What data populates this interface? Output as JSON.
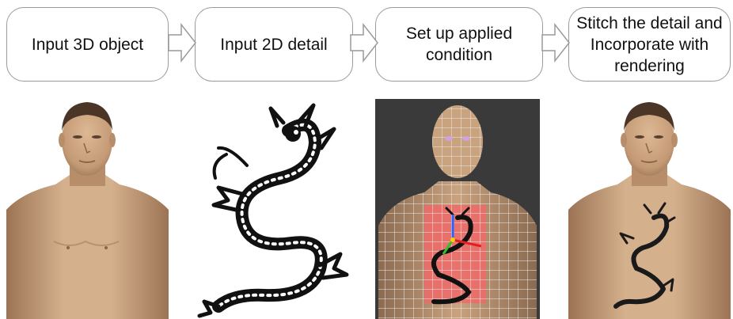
{
  "pipeline": {
    "steps": [
      {
        "label": "Input 3D object"
      },
      {
        "label": "Input 2D detail"
      },
      {
        "label": "Set up applied condition"
      },
      {
        "label": "Stitch the detail and Incorporate with rendering"
      }
    ]
  },
  "colors": {
    "box_border": "#9a9a9a",
    "arrow_border": "#9a9a9a",
    "skin": "#c9a27e",
    "skin_shadow": "#8a6548",
    "hair": "#4a3526",
    "viewport_bg": "#3a3a3a",
    "wireframe": "#e8e8e8",
    "applied_area": "#f06a6a",
    "tattoo": "#111111"
  },
  "icons": [
    "right-arrow-icon",
    "dragon-tattoo-icon",
    "gizmo-icon"
  ]
}
